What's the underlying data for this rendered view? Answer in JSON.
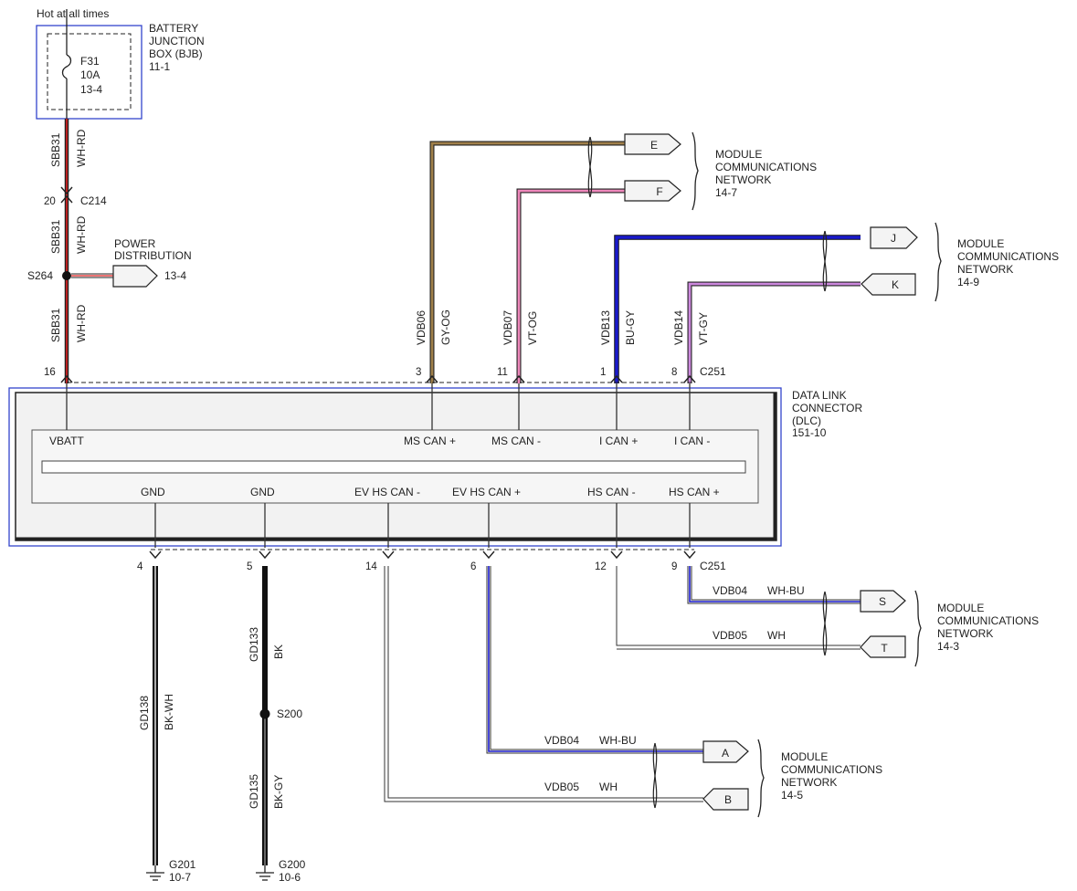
{
  "battery_junction_box": {
    "hot_label": "Hot at all times",
    "name_line1": "BATTERY",
    "name_line2": "JUNCTION",
    "name_line3": "BOX (BJB)",
    "ref": "11-1",
    "fuse_id": "F31",
    "fuse_rating": "10A",
    "fuse_ref": "13-4"
  },
  "power_feed": {
    "circuit": "SBB31",
    "color_code": "WH-RD",
    "connector_c214": "C214",
    "pin_20": "20",
    "splice": "S264",
    "pin_16": "16"
  },
  "power_distribution": {
    "line1": "POWER",
    "line2": "DISTRIBUTION",
    "ref": "13-4"
  },
  "top_wires": [
    {
      "circuit": "VDB06",
      "color_code": "GY-OG",
      "pin": "3"
    },
    {
      "circuit": "VDB07",
      "color_code": "VT-OG",
      "pin": "11"
    },
    {
      "circuit": "VDB13",
      "color_code": "BU-GY",
      "pin": "1"
    },
    {
      "circuit": "VDB14",
      "color_code": "VT-GY",
      "pin": "8"
    }
  ],
  "connectors": {
    "top": "C251",
    "bottom": "C251"
  },
  "dlc": {
    "line1": "DATA LINK",
    "line2": "CONNECTOR",
    "line3": "(DLC)",
    "ref": "151-10",
    "top_pins": [
      "VBATT",
      "MS CAN +",
      "MS CAN -",
      "I CAN +",
      "I CAN -"
    ],
    "bottom_pins": [
      "GND",
      "GND",
      "EV HS CAN -",
      "EV HS CAN +",
      "HS CAN -",
      "HS CAN +"
    ]
  },
  "bottom_pins": [
    "4",
    "5",
    "14",
    "6",
    "12",
    "9"
  ],
  "ground_wires": {
    "gd138_circuit": "GD138",
    "gd138_color": "BK-WH",
    "g201": "G201",
    "g201_ref": "10-7",
    "gd133_circuit": "GD133",
    "gd133_color": "BK",
    "splice": "S200",
    "gd135_circuit": "GD135",
    "gd135_color": "BK-GY",
    "g200": "G200",
    "g200_ref": "10-6"
  },
  "net_labels": {
    "vdb04_st": "VDB04",
    "wh_bu_st": "WH-BU",
    "vdb05_st": "VDB05",
    "wh_st": "WH",
    "vdb04_ab": "VDB04",
    "wh_bu_ab": "WH-BU",
    "vdb05_ab": "VDB05",
    "wh_ab": "WH"
  },
  "flags": {
    "E": "E",
    "F": "F",
    "J": "J",
    "K": "K",
    "S": "S",
    "T": "T",
    "A": "A",
    "B": "B"
  },
  "networks": [
    {
      "line1": "MODULE",
      "line2": "COMMUNICATIONS",
      "line3": "NETWORK",
      "ref": "14-7"
    },
    {
      "line1": "MODULE",
      "line2": "COMMUNICATIONS",
      "line3": "NETWORK",
      "ref": "14-9"
    },
    {
      "line1": "MODULE",
      "line2": "COMMUNICATIONS",
      "line3": "NETWORK",
      "ref": "14-3"
    },
    {
      "line1": "MODULE",
      "line2": "COMMUNICATIONS",
      "line3": "NETWORK",
      "ref": "14-5"
    }
  ],
  "colors": {
    "red": "#e02020",
    "tan": "#a0804a",
    "pink": "#ee88bb",
    "blue": "#1a1acc",
    "violet": "#cc88dd",
    "box_outline": "#3344cc",
    "wire_dark": "#333333"
  }
}
